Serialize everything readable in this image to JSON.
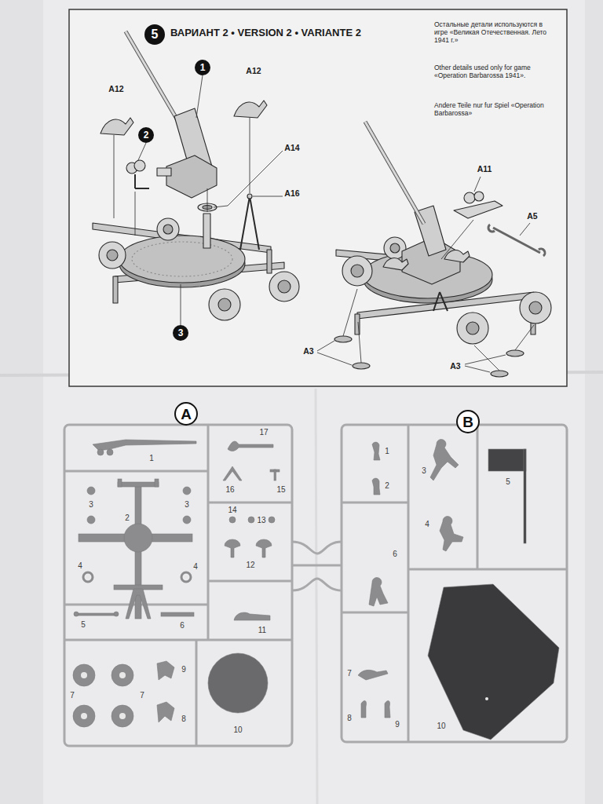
{
  "diagram": {
    "title": "ВАРИАНТ 2 • VERSION 2 • VARIANTE 2",
    "nodes": [
      {
        "text": [
          "5"
        ]
      },
      {
        "text": [
          "1"
        ]
      },
      {
        "text": [
          "2"
        ]
      },
      {
        "text": [
          "3"
        ]
      },
      {
        "text": [
          "A"
        ]
      },
      {
        "text": [
          "B"
        ]
      }
    ],
    "labels": [
      "Остальные детали используются в игре «Великая Отечественная. Лето 1941 г.»",
      "Other details used only for game «Operation Barbarossa 1941».",
      "Andere Teile nur fur Spiel «Operation Barbarossa»",
      "A12",
      "A12",
      "A14",
      "A16",
      "A11",
      "A5",
      "A3",
      "A3",
      "1",
      "17",
      "3",
      "2",
      "3",
      "16",
      "15",
      "14",
      "13",
      "12",
      "4",
      "4",
      "5",
      "6",
      "11",
      "7",
      "7",
      "9",
      "8",
      "10",
      "1",
      "2",
      "3",
      "4",
      "5",
      "6",
      "7",
      "8",
      "9",
      "10"
    ]
  }
}
